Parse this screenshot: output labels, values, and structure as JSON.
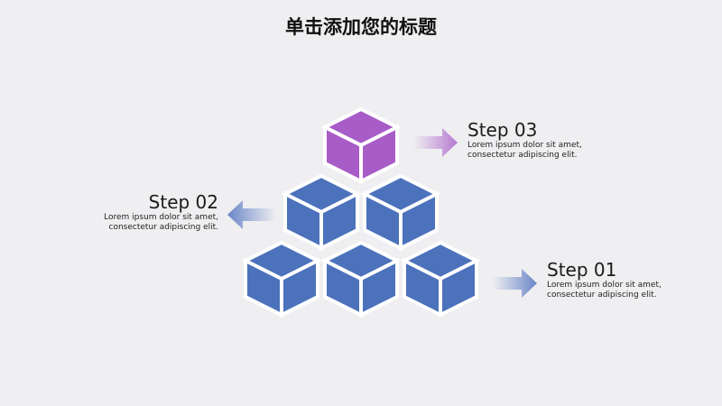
{
  "title": "单击添加您的标题",
  "colors": {
    "cube_blue": "#4c72bc",
    "cube_purple": "#a85cc8",
    "arrow_blue": "#6a86c8",
    "arrow_purple": "#b67ad2",
    "background": "#efeff1"
  },
  "steps": [
    {
      "title": "Step 03",
      "line1": "Lorem ipsum dolor sit amet,",
      "line2": "consectetur adipiscing elit."
    },
    {
      "title": "Step 02",
      "line1": "Lorem ipsum dolor sit amet,",
      "line2": "consectetur adipiscing elit."
    },
    {
      "title": "Step 01",
      "line1": "Lorem ipsum dolor sit amet,",
      "line2": "consectetur adipiscing elit."
    }
  ]
}
